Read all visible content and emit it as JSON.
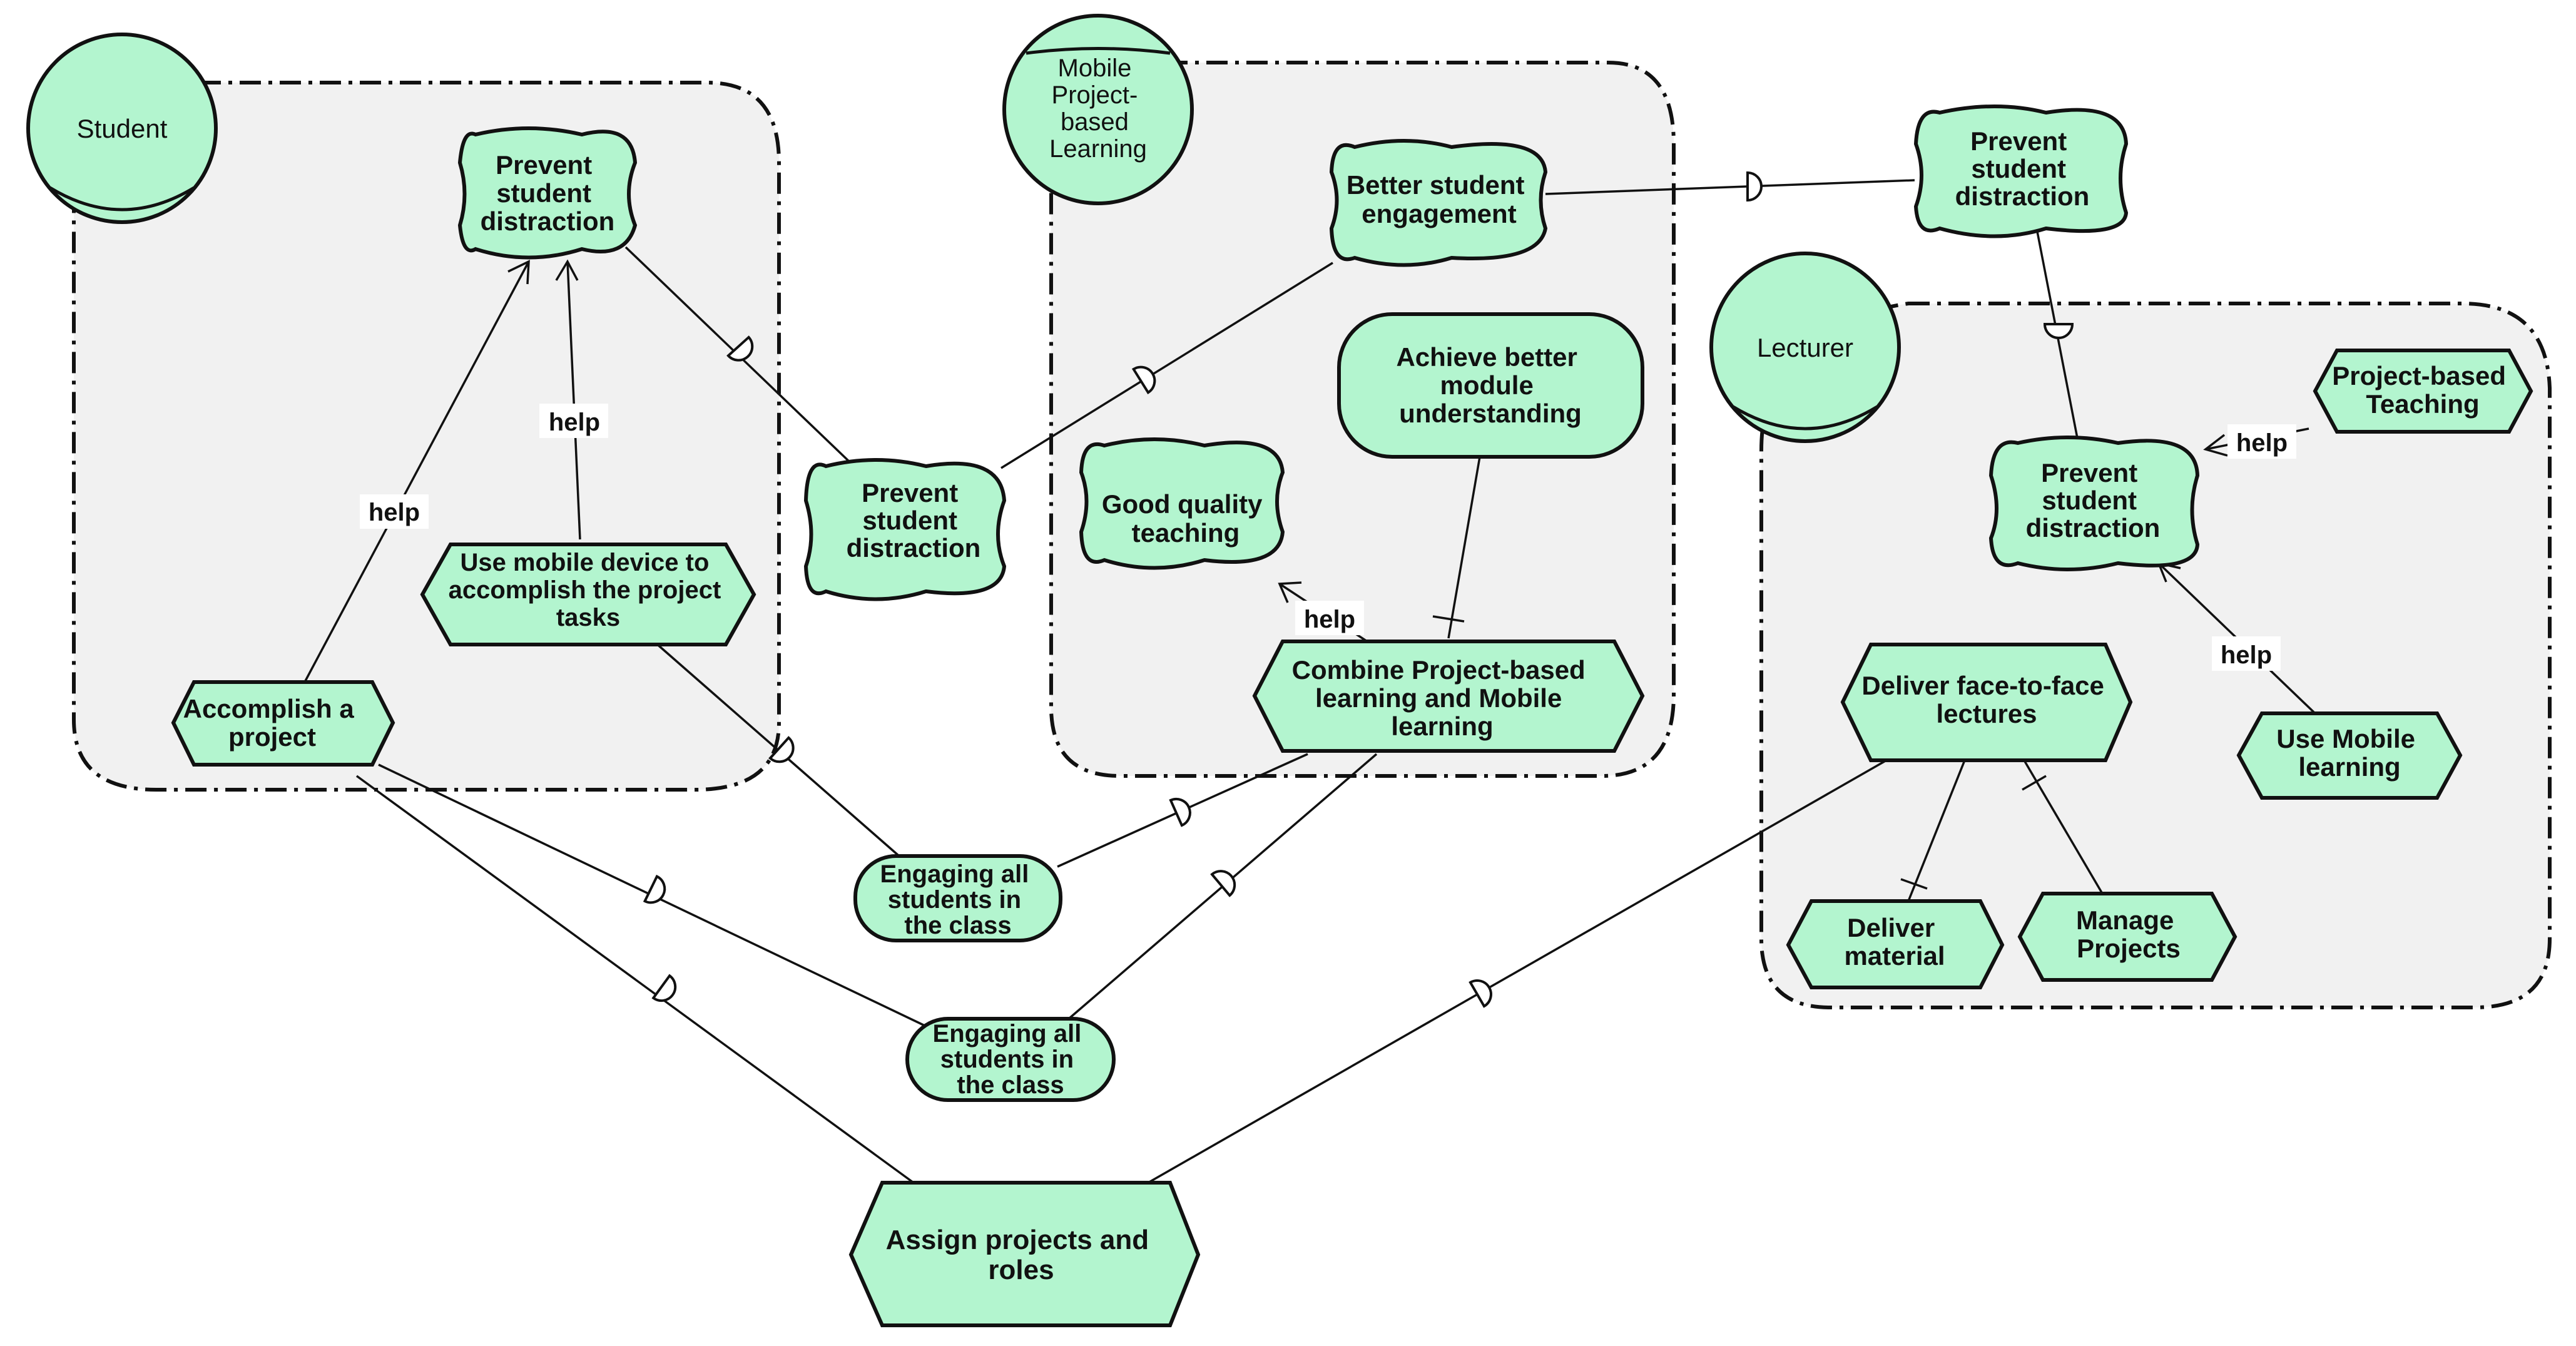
{
  "actors": {
    "student": "Student",
    "mobile_pbl": "Mobile Project-based Learning",
    "lecturer": "Lecturer"
  },
  "nodes": {
    "student_prevent": "Prevent student distraction",
    "use_mobile_device": "Use mobile device to accomplish the project tasks",
    "accomplish_project": "Accomplish a project",
    "middle_prevent": "Prevent student distraction",
    "better_engagement": "Better student engagement",
    "achieve_module": "Achieve better module understanding",
    "good_teaching": "Good quality teaching",
    "combine_pbl": "Combine Project-based learning and Mobile learning",
    "engaging_1": "Engaging all students in the class",
    "engaging_2": "Engaging all students in the class",
    "assign_projects": "Assign projects and roles",
    "top_prevent": "Prevent student distraction",
    "lecturer_prevent": "Prevent student distraction",
    "pbt": "Project-based Teaching",
    "use_mobile_learning": "Use Mobile learning",
    "deliver_lectures": "Deliver face-to-face lectures",
    "deliver_material": "Deliver material",
    "manage_projects": "Manage Projects"
  },
  "links": {
    "help": "help"
  },
  "colors": {
    "node_fill": "#b3f5cf",
    "boundary_fill": "#f1f1f1",
    "stroke": "#111111"
  }
}
